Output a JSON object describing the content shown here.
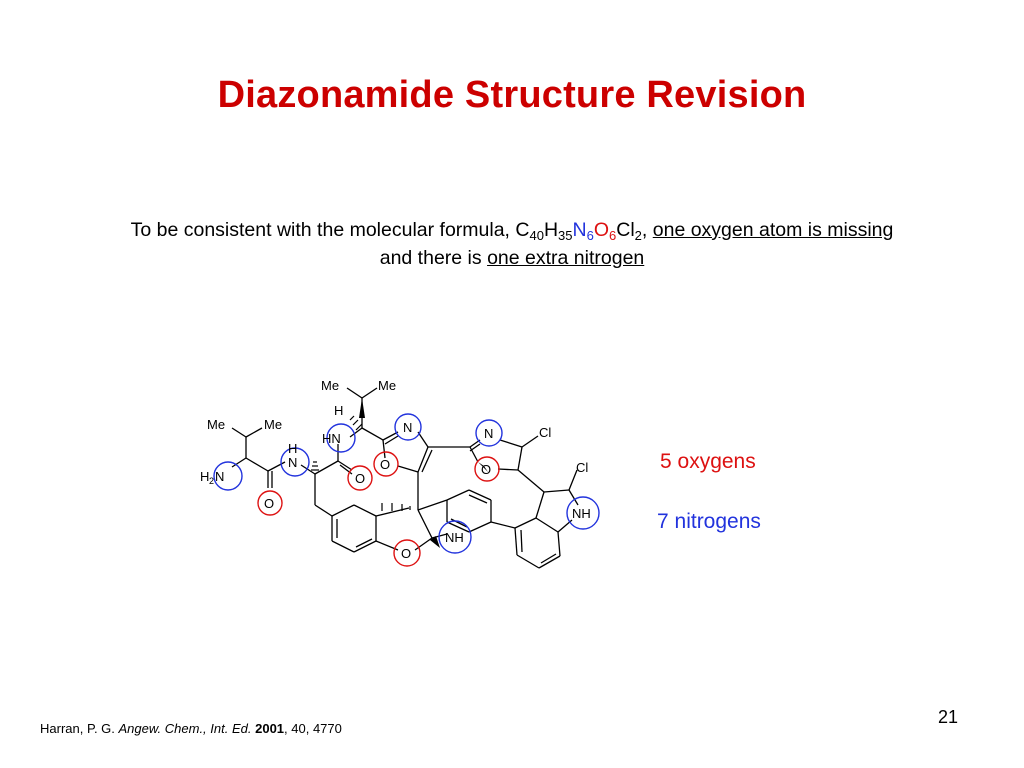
{
  "slide": {
    "title": "Diazonamide Structure Revision",
    "statement": {
      "prefix": "To be consistent with the molecular formula, C",
      "c_count": "40",
      "h_label": "H",
      "h_count": "35",
      "n_label": "N",
      "n_count": "6",
      "o_label": "O",
      "o_count": "6",
      "cl_label": "Cl",
      "cl_count": "2",
      "comma": ", ",
      "missing_oxygen": "one oxygen atom is missing",
      "line2_prefix": "and there is ",
      "extra_nitrogen": "one extra nitrogen"
    },
    "counts": {
      "oxygens": "5 oxygens",
      "nitrogens": "7 nitrogens"
    },
    "page_number": "21",
    "citation": {
      "authors": "Harran, P. G. ",
      "journal": "Angew. Chem., Int. Ed.",
      "year": "2001",
      "rest": ", 40, 4770"
    },
    "colors": {
      "title": "#cc0000",
      "nitrogen_highlight": "#2233dd",
      "oxygen_highlight": "#dd1111"
    },
    "structure_labels": {
      "me1": "Me",
      "me2": "Me",
      "me3": "Me",
      "me4": "Me",
      "h_upper": "H",
      "hn": "HN",
      "n_oxazole1": "N",
      "o_oxazole1": "O",
      "o_carbonyl1": "O",
      "n_oxazole2": "N",
      "o_oxazole2": "O",
      "cl1": "Cl",
      "cl2": "Cl",
      "nh_indole": "NH",
      "h_amide": "H",
      "n_amide": "N",
      "o_carbonyl2": "O",
      "h2n_h": "H",
      "h2n_sub": "2",
      "h2n_n": "N",
      "o_ether": "O",
      "nh_aminal": "NH"
    }
  }
}
